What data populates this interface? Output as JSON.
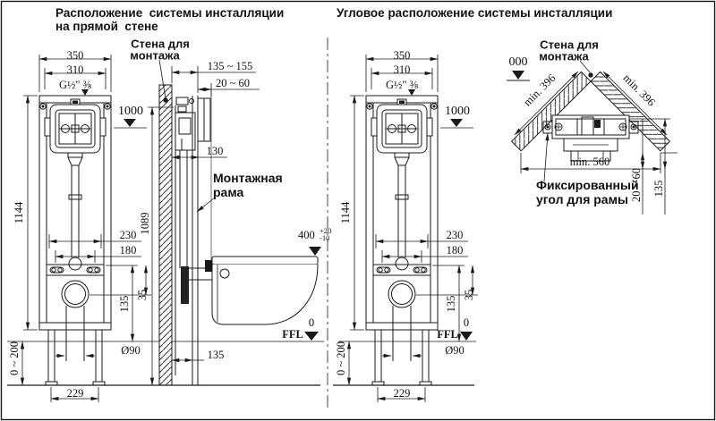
{
  "titles": {
    "left1": "Расположение  системы инсталляции",
    "left2": "на прямой  стене",
    "right": "Угловое расположение системы инсталляции"
  },
  "labels": {
    "wall1": "Стена для",
    "wall2": "монтажа",
    "frame1": "Монтажная",
    "frame2": "рама",
    "fixed1": "Фиксированный",
    "fixed2": "угол для рамы"
  },
  "front": {
    "w350": "350",
    "w310": "310",
    "g": "G½\" ⅜",
    "h1144": "1144",
    "d1000": "1000",
    "d230": "230",
    "d180": "180",
    "v135": "135",
    "v35": "35",
    "leg": "0 ~ 200",
    "dia": "Ø90",
    "feet": "229",
    "ffl": "FFL",
    "zero": "0"
  },
  "side": {
    "r135155": "135 ~ 155",
    "r2060": "20 ~ 60",
    "d130": "130",
    "h1089": "1089",
    "b400": "400",
    "tolp": "+20",
    "tolm": "-10",
    "f135": "135"
  },
  "corner": {
    "datum": "000",
    "minL": "min. 396",
    "minR": "min. 396",
    "min560": "min. 560",
    "r2060": "20 ~ 60",
    "v135": "135"
  }
}
